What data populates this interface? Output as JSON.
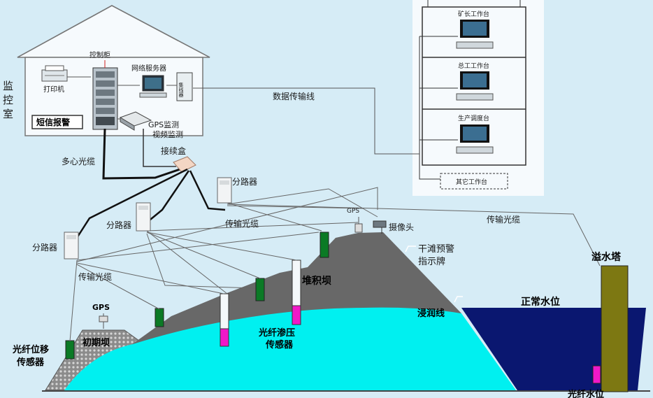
{
  "monitor_room": {
    "label": "监控室",
    "control_cabinet": "控制柜",
    "network_server": "网络服务器",
    "printer": "打印机",
    "sms_alarm": "短信报警",
    "hub": "集线器",
    "gps_monitor": "GPS监测",
    "video_monitor": "视频监测"
  },
  "office": {
    "stations": [
      "矿长工作台",
      "总工工作台",
      "生产调度台"
    ],
    "other_station": "其它工作台"
  },
  "labels": {
    "data_line": "数据传输线",
    "multi_core_cable": "多心光缆",
    "junction_box": "接续盒",
    "splitter_1": "分路器",
    "splitter_2": "分路器",
    "splitter_3": "分路器",
    "fiber_cable_1": "传输光缆",
    "fiber_cable_2": "传输光缆",
    "fiber_cable_3": "传输光缆",
    "gps_top": "GPS",
    "camera": "摄像头",
    "beach_sign_line1": "干滩预警",
    "beach_sign_line2": "指示牌",
    "dam": "堆积坝",
    "seepage_line": "浸润线",
    "normal_water": "正常水位",
    "overflow_tower": "溢水塔",
    "seepage_sensor_line1": "光纤渗压",
    "seepage_sensor_line2": "传感器",
    "displacement_sensor_line1": "光纤位移",
    "displacement_sensor_line2": "传感器",
    "gps_initial": "GPS",
    "initial_dam": "初期坝",
    "fiber_water_level": "光纤水位"
  },
  "colors": {
    "sky": "#d6ecf6",
    "dam_gray": "#6a6a6a",
    "seepage_cyan": "#00f0f0",
    "reservoir_navy": "#0a1770",
    "sensor_green": "#0b7a25",
    "sensor_magenta": "#f018c8",
    "tower_olive": "#7d7812"
  }
}
